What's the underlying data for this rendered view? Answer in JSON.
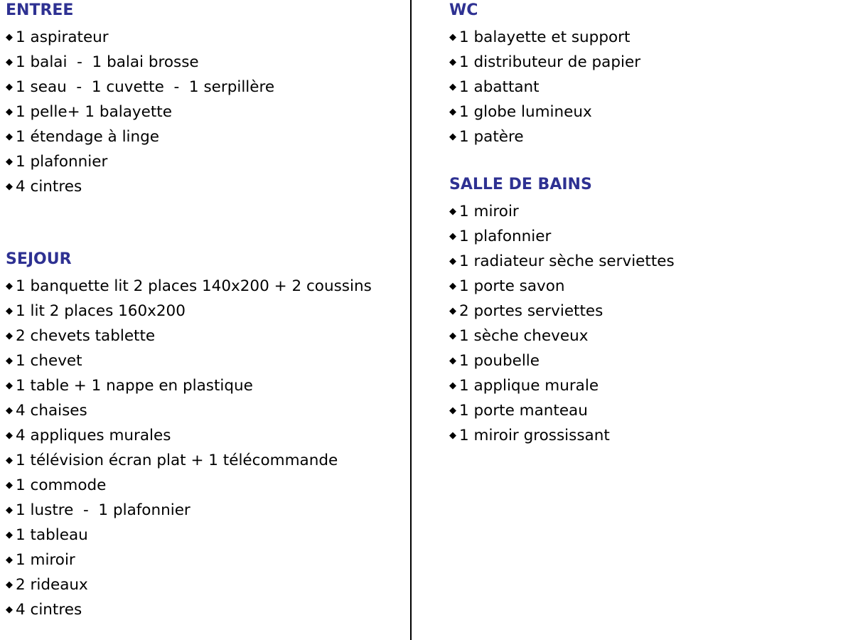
{
  "colors": {
    "heading": "#2e3192",
    "text": "#000000",
    "divider": "#000000"
  },
  "bullet_glyph": "◆",
  "left": {
    "entree": {
      "title": "ENTREE",
      "items": [
        "1 aspirateur",
        "1 balai  -  1 balai brosse",
        "1 seau  -  1 cuvette  -  1 serpillère",
        "1 pelle+ 1 balayette",
        "1 étendage à linge",
        "1 plafonnier",
        "4 cintres"
      ]
    },
    "sejour": {
      "title": "SEJOUR",
      "items": [
        "1 banquette lit 2 places 140x200 + 2 coussins",
        "1 lit 2 places 160x200",
        "2 chevets tablette",
        "1 chevet",
        "1 table + 1 nappe en plastique",
        "4 chaises",
        "4 appliques murales",
        "1 télévision écran plat + 1 télécommande",
        "1 commode",
        "1 lustre  -  1 plafonnier",
        "1 tableau",
        "1 miroir",
        "2 rideaux",
        "4 cintres"
      ]
    }
  },
  "right": {
    "wc": {
      "title": "WC",
      "items": [
        "1 balayette et support",
        "1 distributeur de papier",
        "1 abattant",
        "1 globe lumineux",
        "1 patère"
      ]
    },
    "salle_de_bains": {
      "title": "SALLE DE BAINS",
      "items": [
        "1 miroir",
        "1 plafonnier",
        "1 radiateur sèche serviettes",
        "1 porte savon",
        "2 portes serviettes",
        "1 sèche cheveux",
        "1 poubelle",
        "1 applique murale",
        "1 porte manteau",
        "1 miroir grossissant"
      ]
    }
  }
}
